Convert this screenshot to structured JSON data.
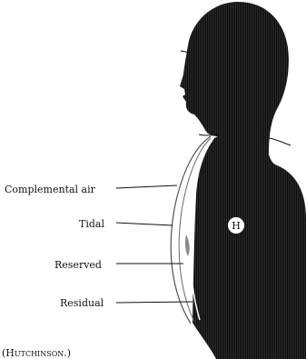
{
  "figure": {
    "labels": {
      "complemental": "Complemental air",
      "tidal": "Tidal",
      "reserved": "Reserved",
      "residual": "Residual",
      "heart_marker": "H"
    },
    "caption": "(Hutchinson.)"
  },
  "colors": {
    "silhouette": "#1a1a1a",
    "background": "#ffffff",
    "outline": "#555555"
  }
}
